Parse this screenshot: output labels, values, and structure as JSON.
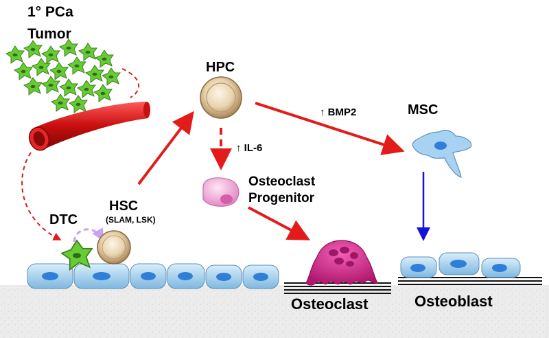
{
  "labels": {
    "primary_tumor_line1": "1°   PCa",
    "primary_tumor_line2": "Tumor",
    "hpc": "HPC",
    "bmp2": "↑ BMP2",
    "msc": "MSC",
    "il6": "↑ IL-6",
    "osteoclast_progenitor_line1": "Osteoclast",
    "osteoclast_progenitor_line2": "Progenitor",
    "dtc": "DTC",
    "hsc": "HSC",
    "hsc_markers": "(SLAM, LSK)",
    "osteoclast": "Osteoclast",
    "osteoblast": "Osteoblast"
  },
  "colors": {
    "tumor_cell": "#66cc33",
    "vessel": "#d51a1a",
    "arrow_red": "#e41b1b",
    "arrow_blue": "#1414d8",
    "lining_cell": "#9fd0ee",
    "nucleus": "#2f7fd9",
    "osteoclast": "#d6338f",
    "progenitor": "#f2b5dc",
    "stem_cell": "#e9d3b0",
    "bone": "#e9e9e9",
    "dtc_loop": "#c8a2f0"
  }
}
